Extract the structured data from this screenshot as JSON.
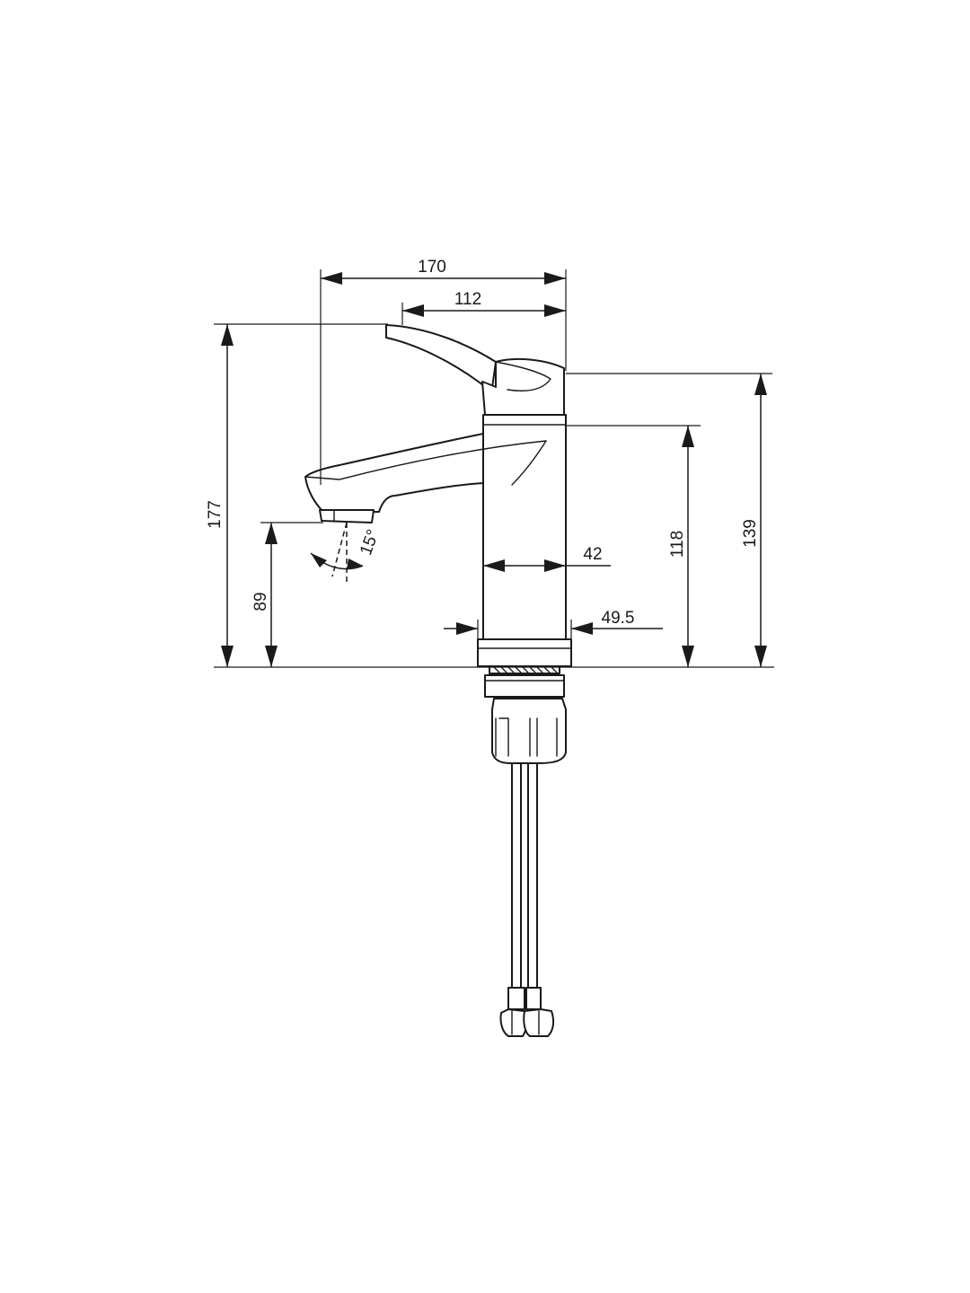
{
  "drawing": {
    "subject": "basin mixer tap technical drawing",
    "line_color": "#1a1a1a",
    "background": "#ffffff"
  },
  "dimensions": {
    "total_reach": "170",
    "spout_reach": "112",
    "total_height": "177",
    "spout_height": "89",
    "body_height": "118",
    "lever_height": "139",
    "body_diameter": "42",
    "base_diameter": "49.5",
    "aerator_angle": "15°"
  }
}
